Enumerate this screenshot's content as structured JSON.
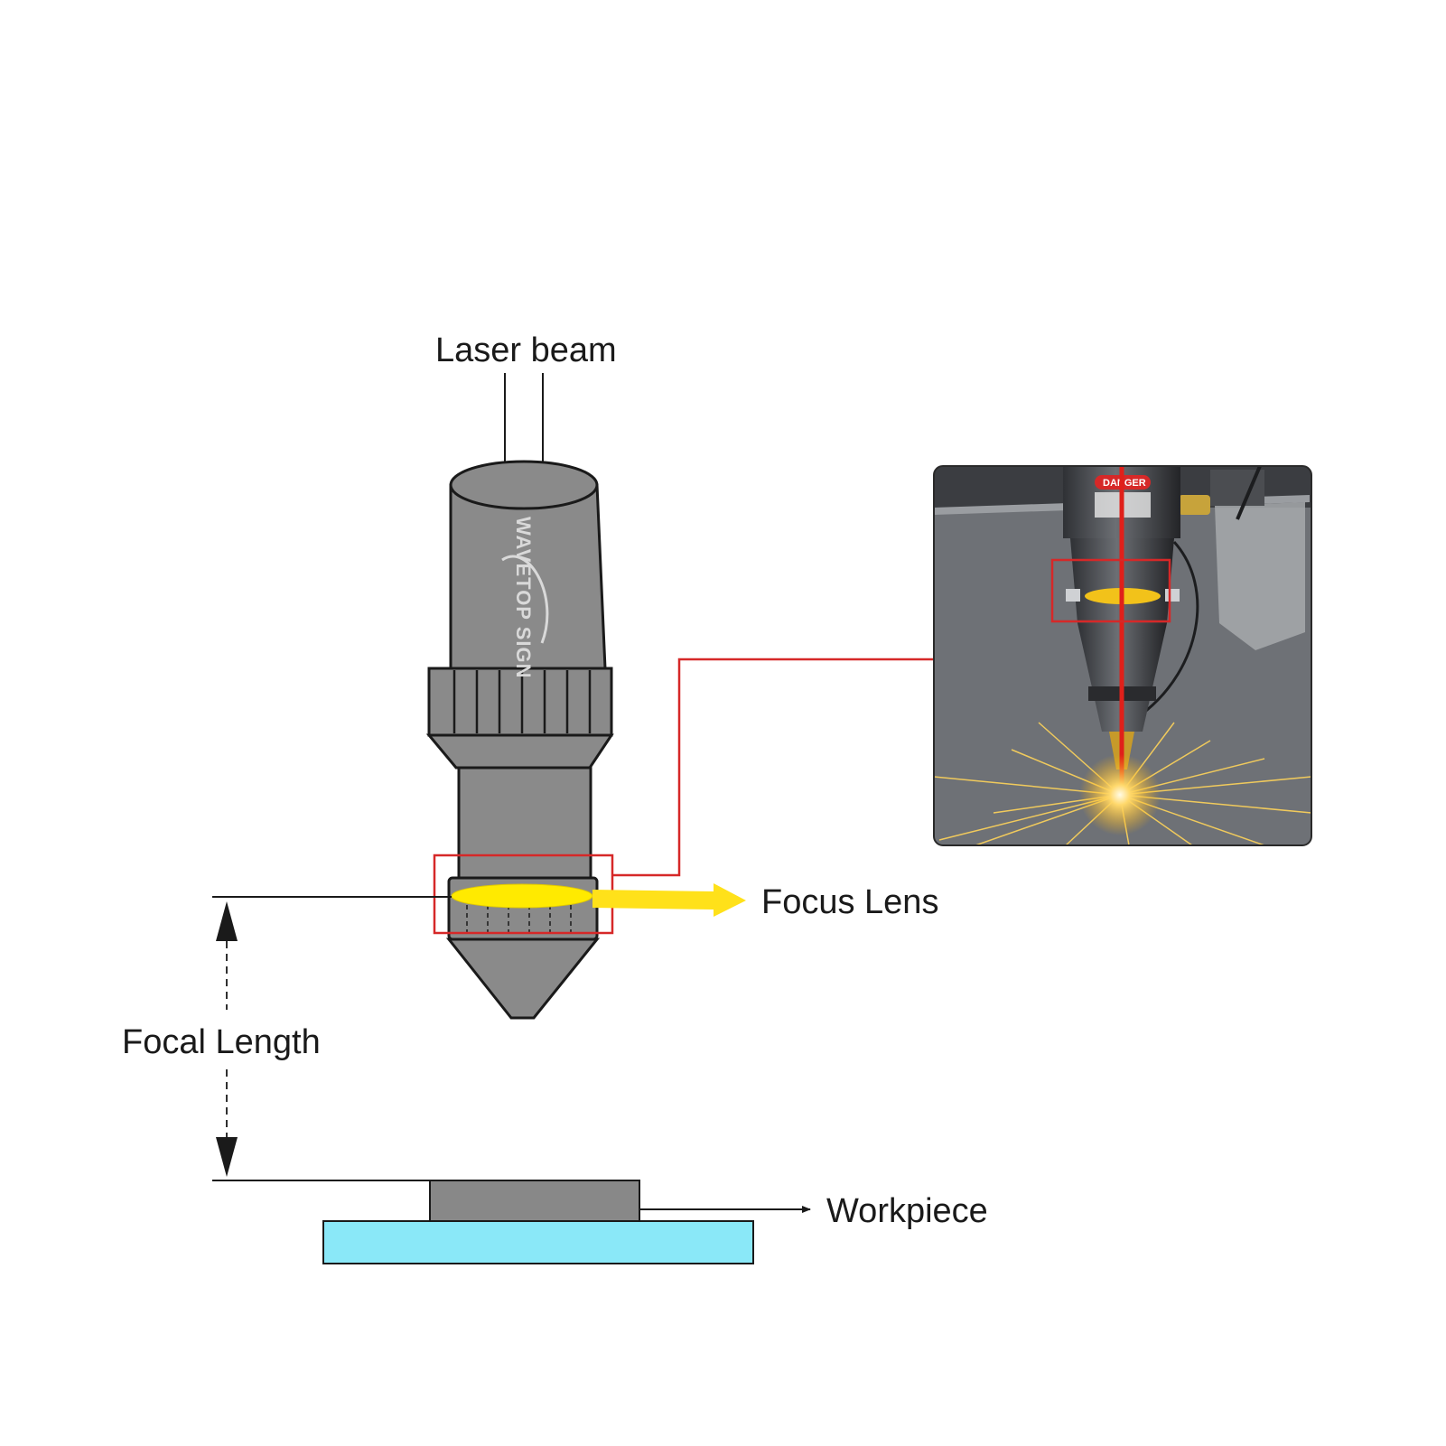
{
  "labels": {
    "laser_beam": "Laser beam",
    "focus_lens": "Focus Lens",
    "focal_length": "Focal Length",
    "workpiece": "Workpiece"
  },
  "head_branding": "WAVETOP SIGN",
  "photo": {
    "warning_sign": "DANGER"
  },
  "colors": {
    "head_body": "#8a8a8a",
    "outline": "#1a1a1a",
    "lens": "#ffea00",
    "highlight_box": "#d62828",
    "workpiece": "#888888",
    "bed": "#8ae8f8",
    "laser": "#e0201a"
  }
}
